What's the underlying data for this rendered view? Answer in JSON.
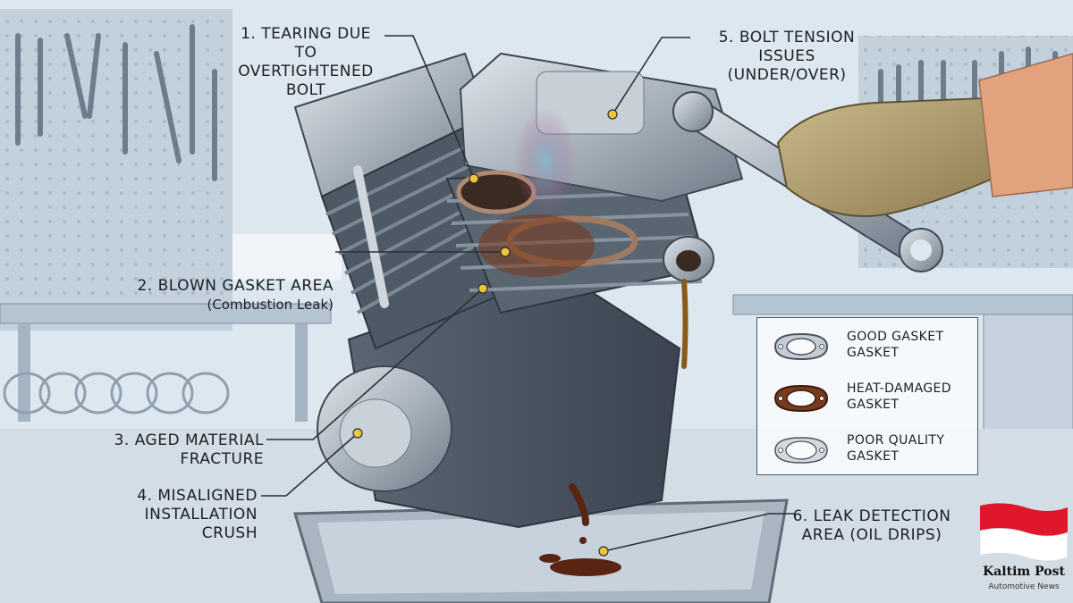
{
  "callouts": {
    "c1": {
      "text": "1. TEARING DUE TO\nOVERTIGHTENED BOLT"
    },
    "c2": {
      "text": "2. BLOWN GASKET AREA",
      "sub": "(Combustion Leak)"
    },
    "c3": {
      "text": "3. AGED MATERIAL\nFRACTURE"
    },
    "c4": {
      "text": "4. MISALIGNED\nINSTALLATION\nCRUSH"
    },
    "c5": {
      "text": "5. BOLT TENSION ISSUES\n(UNDER/OVER)"
    },
    "c6": {
      "text": "6. LEAK DETECTION\nAREA (OIL DRIPS)"
    }
  },
  "legend": {
    "items": [
      {
        "label": "GOOD GASKET\nGASKET",
        "icon": "good-gasket-icon",
        "color": "#9aa5ae"
      },
      {
        "label": "HEAT-DAMAGED\nGASKET",
        "icon": "heat-damaged-gasket-icon",
        "color": "#6b3a22"
      },
      {
        "label": "POOR QUALITY\nGASKET",
        "icon": "poor-quality-gasket-icon",
        "color": "#a9b3bb"
      }
    ]
  },
  "brand": {
    "name": "Kaltim Post",
    "tagline": "Automotive News",
    "flag_colors": [
      "#e0162b",
      "#ffffff"
    ]
  },
  "colors": {
    "marker": "#f0c53a",
    "oil": "#6b2e16",
    "metal": "#a7b1bb",
    "leader": "#2b2f35"
  }
}
